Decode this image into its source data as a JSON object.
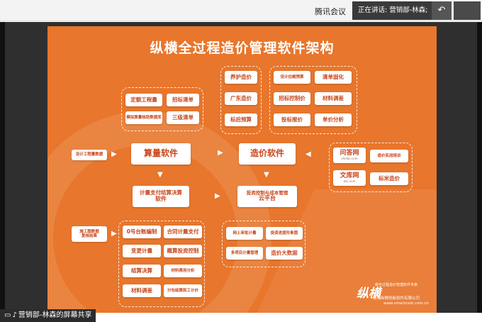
{
  "window": {
    "app_title": "腾讯会议",
    "speaking_label": "正在讲话: 营销部-林森;",
    "back_icon": "↶"
  },
  "share": {
    "label": "营销部-林森的屏幕共享",
    "icons": [
      "screen-icon",
      "mic-icon"
    ]
  },
  "slide": {
    "title": "纵横全过程造价管理软件架构",
    "group_top_left": [
      "定额工程量",
      "招标清单",
      "模拟算量核助数据库",
      "三级清单"
    ],
    "group_top_mid": [
      "养护造价",
      "广东造价",
      "标后预算"
    ],
    "group_top_right": [
      "设计估概预算",
      "清单固化",
      "招标控制价",
      "材料调差",
      "投标报价",
      "单价分析"
    ],
    "left_input_1": "设计工程量数据",
    "suanliang": "算量软件",
    "zaojia": "造价软件",
    "right_group": [
      {
        "label": "问答网",
        "sub": "zhidao.com"
      },
      {
        "label": "造价实战培训",
        "sub": ""
      },
      {
        "label": "文库网",
        "sub": "doc.com"
      },
      {
        "label": "标米造价",
        "sub": ""
      }
    ],
    "jisuan": "计量支付结算决算\n软件",
    "jisuan_l1": "计量支付结算决算",
    "jisuan_l2": "软件",
    "cloud_l1": "投资控制与成本管理",
    "cloud_l2": "云平台",
    "left_input_2_l1": "施工图数据",
    "left_input_2_l2": "复核结果",
    "group_bottom_left": [
      "0号台账编制",
      "合同计量支付",
      "变更计量",
      "概算投资控制",
      "结算决算",
      "材料费用分析",
      "材料调差",
      "分包结算和工计价"
    ],
    "group_bottom_right": [
      "网上审批计量",
      "投资进度形象图",
      "多项目计量管理",
      "造价大数据"
    ],
    "footer_logo": "纵横",
    "footer_slogan": "做全过程造价管理软件专家",
    "footer_company": "珠海纵横创新软件有限公司",
    "footer_url": "www.smartcost.com.cn"
  }
}
